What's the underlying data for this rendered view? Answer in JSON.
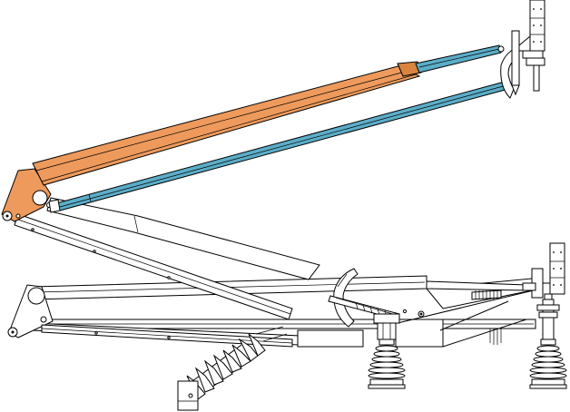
{
  "colors": {
    "upper_arm": "#EE9A5C",
    "upper_arm_dark": "#D9843F",
    "rod": "#5BADC8",
    "rod_dark": "#3E93B0",
    "line": "#000000",
    "background": "#FFFFFF"
  },
  "diagram": {
    "subject": "pantograph-disconnector",
    "parts": [
      "upper-arm",
      "upper-drive-rod",
      "elbow-bracket",
      "lower-arm",
      "lower-drive-rod",
      "fixed-contact-upper",
      "fixed-contact-lower",
      "base-frame",
      "support-insulator-left",
      "support-insulator-right",
      "bellows-flexible-joint",
      "counterweight-sector",
      "drive-linkage"
    ]
  }
}
